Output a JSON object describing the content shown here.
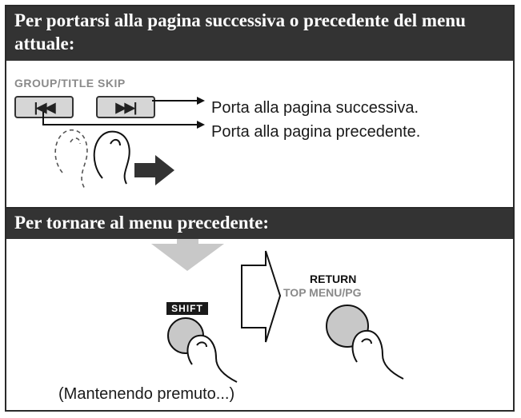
{
  "section1": {
    "heading": "Per portarsi alla pagina successiva o precedente del menu attuale:",
    "group_label": "GROUP/TITLE SKIP",
    "prev_glyph": "|◀◀",
    "next_glyph": "▶▶|",
    "next_description": "Porta alla pagina successiva.",
    "prev_description": "Porta alla pagina precedente."
  },
  "section2": {
    "heading": "Per tornare al menu precedente:",
    "shift_label": "SHIFT",
    "return_label": "RETURN",
    "top_menu_label": "TOP MENU/PG",
    "hold_note": "(Mantenendo premuto...)"
  },
  "colors": {
    "header_bg": "#333333",
    "button_fill": "#d6d6d6",
    "arrow_gray": "#c8c8c8"
  }
}
